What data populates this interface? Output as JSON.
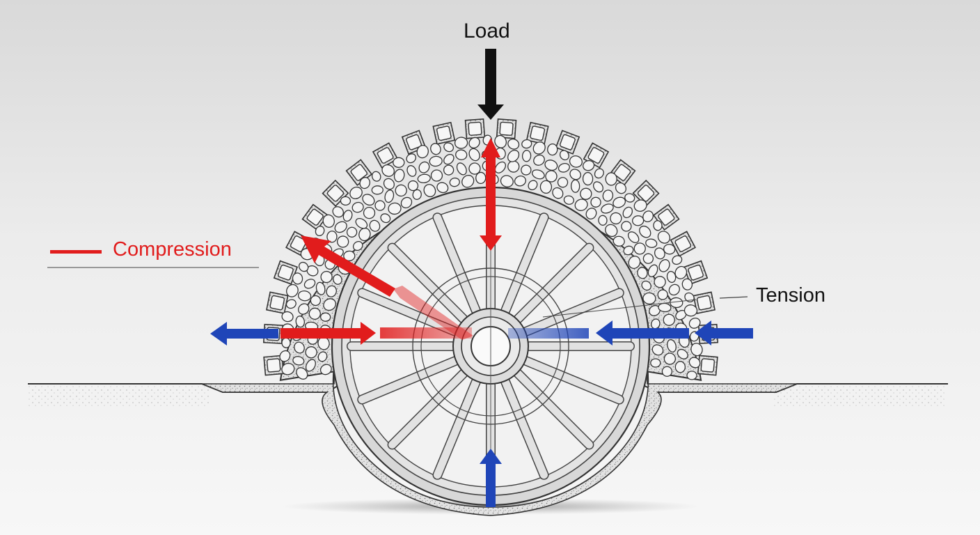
{
  "labels": {
    "load": "Load",
    "compression": "Compression",
    "tension": "Tension"
  },
  "colors": {
    "compression": "#e11c1c",
    "tension": "#1f45b8",
    "load": "#111111",
    "line": "#333333",
    "wheel_fill": "#e4e4e4",
    "stone_fill": "#f4f4f4"
  }
}
